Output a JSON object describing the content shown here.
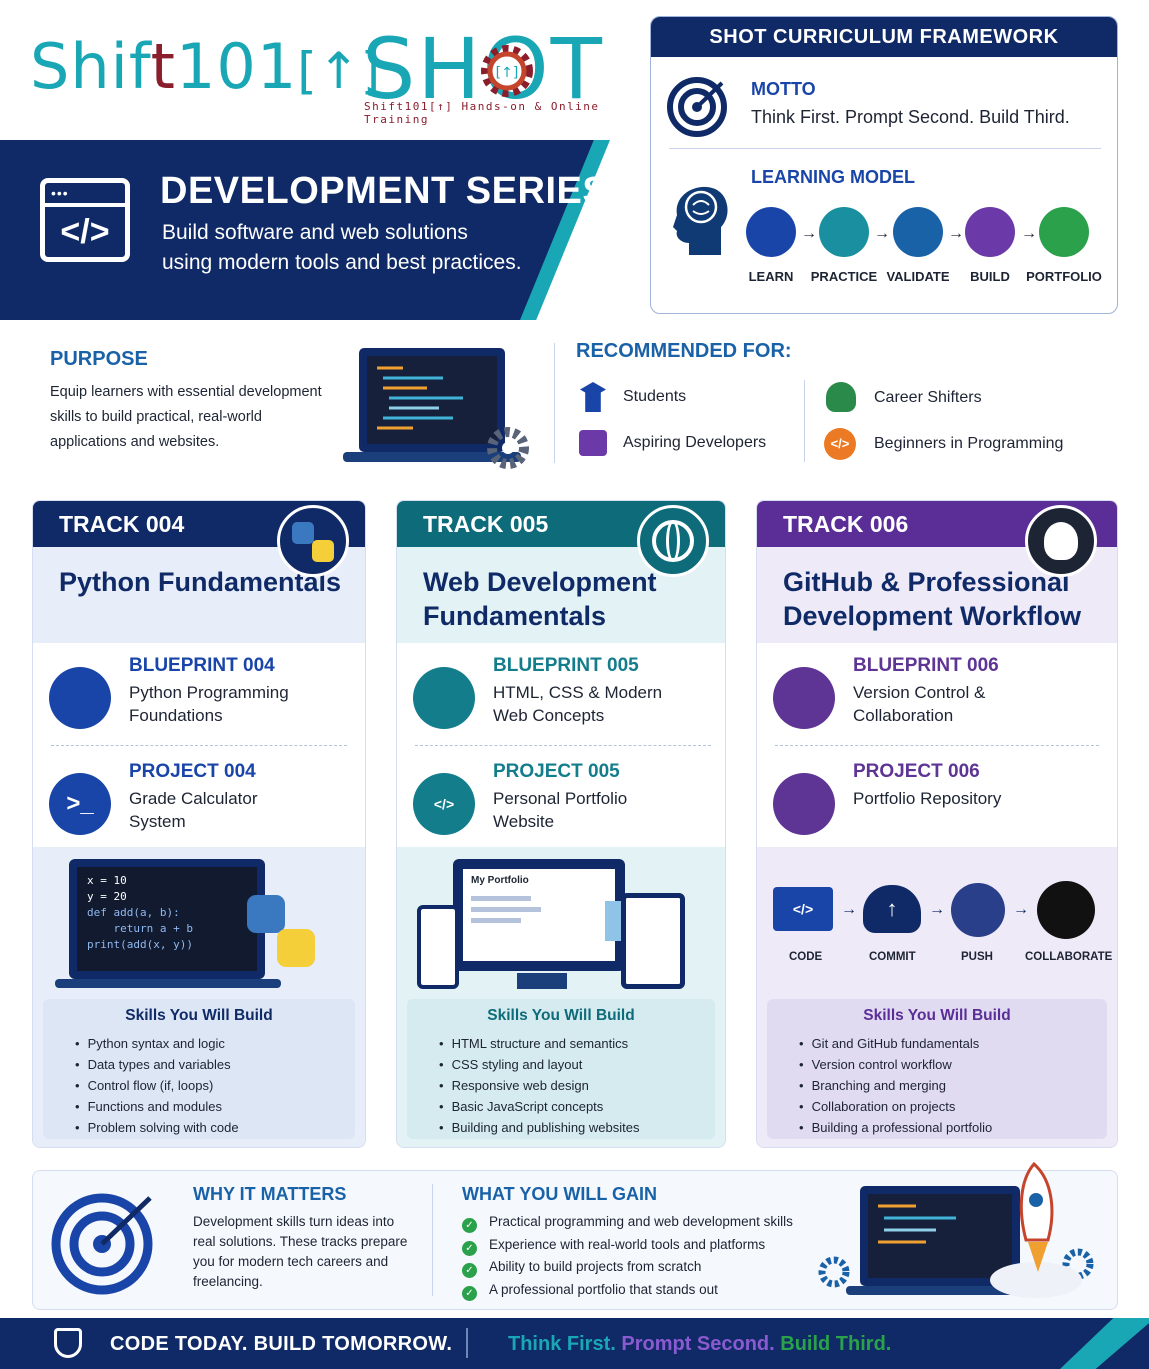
{
  "brand": {
    "logo_prefix": "Shift",
    "logo_t": "t",
    "logo_suffix": "101",
    "logo_mark": "[↑]",
    "shot_word": "SHOT",
    "shot_tagline": "Shift101[↑] Hands-on & Online Training"
  },
  "banner": {
    "title": "DEVELOPMENT SERIES",
    "subtitle": "Build software and web solutions using modern tools and best practices."
  },
  "framework": {
    "title": "SHOT CURRICULUM FRAMEWORK",
    "motto_label": "MOTTO",
    "motto": "Think First. Prompt Second. Build Third.",
    "model_label": "LEARNING MODEL",
    "steps": [
      {
        "label": "LEARN",
        "icon": "book-icon",
        "color": "#1a45a8"
      },
      {
        "label": "PRACTICE",
        "icon": "pencil-icon",
        "color": "#1a8fa0"
      },
      {
        "label": "VALIDATE",
        "icon": "check-icon",
        "color": "#1a62a8"
      },
      {
        "label": "BUILD",
        "icon": "tools-icon",
        "color": "#6b3aa8"
      },
      {
        "label": "PORTFOLIO",
        "icon": "briefcase-icon",
        "color": "#2aa14a"
      }
    ]
  },
  "purpose": {
    "label": "PURPOSE",
    "text": "Equip learners with essential development skills to build practical, real-world applications and websites."
  },
  "recommended": {
    "label": "RECOMMENDED FOR:",
    "items": [
      "Students",
      "Aspiring Developers",
      "Career Shifters",
      "Beginners in Programming"
    ]
  },
  "tracks": [
    {
      "header": "TRACK 004",
      "title": "Python Fundamentals",
      "color": "#0f2a66",
      "accent": "#1a45a8",
      "bp_label": "BLUEPRINT 004",
      "bp_desc": "Python Programming Foundations",
      "pj_label": "PROJECT 004",
      "pj_desc": "Grade Calculator System",
      "code": [
        "x = 10",
        "y = 20",
        "def add(a, b):",
        "    return a + b",
        "print(add(x, y))"
      ],
      "skills_title": "Skills You Will Build",
      "skills": [
        "Python syntax and logic",
        "Data types and variables",
        "Control flow (if, loops)",
        "Functions and modules",
        "Problem solving with code"
      ]
    },
    {
      "header": "TRACK 005",
      "title": "Web Development Fundamentals",
      "color": "#0e6b7a",
      "accent": "#137d8c",
      "bp_label": "BLUEPRINT 005",
      "bp_desc": "HTML, CSS & Modern Web Concepts",
      "pj_label": "PROJECT 005",
      "pj_desc": "Personal Portfolio Website",
      "screen_title": "My Portfolio",
      "skills_title": "Skills You Will Build",
      "skills": [
        "HTML structure and semantics",
        "CSS styling and layout",
        "Responsive web design",
        "Basic JavaScript concepts",
        "Building and publishing websites"
      ]
    },
    {
      "header": "TRACK 006",
      "title": "GitHub & Professional Development Workflow",
      "color": "#5a2e96",
      "accent": "#5e3494",
      "bp_label": "BLUEPRINT 006",
      "bp_desc": "Version Control & Collaboration",
      "pj_label": "PROJECT 006",
      "pj_desc": "Portfolio Repository",
      "flow": [
        "CODE",
        "COMMIT",
        "PUSH",
        "COLLABORATE"
      ],
      "skills_title": "Skills You Will Build",
      "skills": [
        "Git and GitHub fundamentals",
        "Version control workflow",
        "Branching and merging",
        "Collaboration on projects",
        "Building a professional portfolio"
      ]
    }
  ],
  "why": {
    "label": "WHY IT MATTERS",
    "text": "Development skills turn ideas into real solutions. These tracks prepare you for modern tech careers and freelancing."
  },
  "gain": {
    "label": "WHAT YOU WILL GAIN",
    "items": [
      "Practical programming and web development skills",
      "Experience with real-world tools and platforms",
      "Ability to build projects from scratch",
      "A professional portfolio that stands out"
    ]
  },
  "footer": {
    "left": "CODE TODAY. BUILD TOMORROW.",
    "r1": "Think First.",
    "r2": " Prompt Second.",
    "r3": " Build Third.",
    "c1": "#1aa7b5",
    "c2": "#8a5ad0",
    "c3": "#2aa14a"
  }
}
